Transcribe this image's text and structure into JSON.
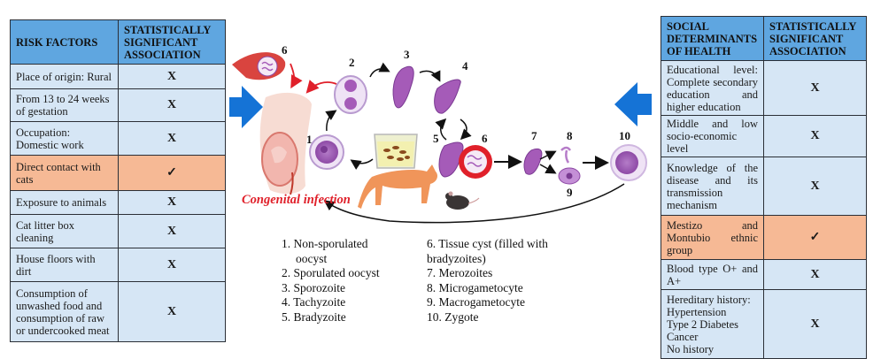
{
  "risk_table": {
    "headers": [
      "RISK FACTORS",
      "STATISTICALLY SIGNIFICANT ASSOCIATION"
    ],
    "rows": [
      {
        "factor": "Place of origin: Rural",
        "association": "X",
        "highlight": false
      },
      {
        "factor": "From 13 to 24 weeks of gestation",
        "association": "X",
        "highlight": false
      },
      {
        "factor": "Occupation: Domestic work",
        "association": "X",
        "highlight": false
      },
      {
        "factor": "Direct contact with cats",
        "association": "✓",
        "highlight": true
      },
      {
        "factor": "Exposure to animals",
        "association": "X",
        "highlight": false
      },
      {
        "factor": "Cat litter box cleaning",
        "association": "X",
        "highlight": false
      },
      {
        "factor": "House floors with dirt",
        "association": "X",
        "highlight": false
      },
      {
        "factor": "Consumption of unwashed food and consumption of raw or undercooked meat",
        "association": "X",
        "highlight": false
      }
    ]
  },
  "social_table": {
    "headers": [
      "SOCIAL DETERMINANTS OF HEALTH",
      "STATISTICALLY SIGNIFICANT ASSOCIATION"
    ],
    "rows": [
      {
        "factor": "Educational level: Complete secondary education and higher education",
        "association": "X",
        "highlight": false
      },
      {
        "factor": "Middle and low socio-economic level",
        "association": "X",
        "highlight": false
      },
      {
        "factor": "Knowledge of the disease and its transmission mechanism",
        "association": "X",
        "highlight": false
      },
      {
        "factor": "Mestizo and Montubio ethnic group",
        "association": "✓",
        "highlight": true
      },
      {
        "factor": "Blood type O+ and A+",
        "association": "X",
        "highlight": false
      },
      {
        "factor": "Hereditary history:\nHypertension\nType 2 Diabetes\nCancer\nNo history",
        "association": "X",
        "highlight": false
      }
    ]
  },
  "diagram": {
    "stage_numbers": [
      "1",
      "2",
      "3",
      "4",
      "5",
      "6",
      "7",
      "8",
      "9",
      "10",
      "6"
    ],
    "congenital_label": "Congenital infection",
    "colors": {
      "highlight_row": "#f6b995",
      "header": "#5fa6e0",
      "cell": "#d6e6f5",
      "blue_arrow": "#1573d6",
      "red_arrow": "#e0202a",
      "parasite": "#a55bb8"
    }
  },
  "legend": {
    "left": [
      "1. Non-sporulated",
      "oocyst",
      "2. Sporulated oocyst",
      "3. Sporozoite",
      "4. Tachyzoite",
      "5. Bradyzoite"
    ],
    "right": [
      "6. Tissue cyst (filled with",
      "bradyzoites)",
      "7. Merozoites",
      "8. Microgametocyte",
      "9. Macrogametocyte",
      "10. Zygote"
    ]
  }
}
